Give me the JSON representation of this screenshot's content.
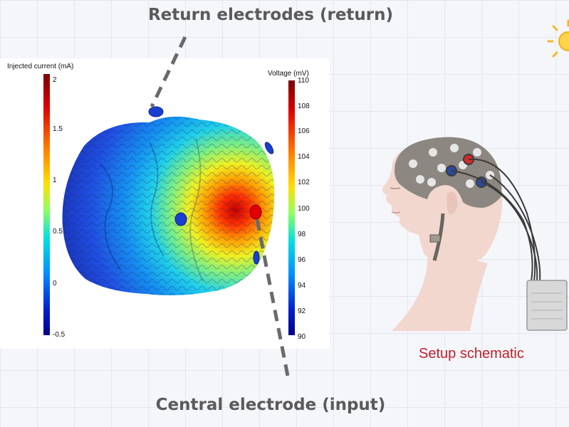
{
  "labels": {
    "return_electrodes": "Return electrodes (return)",
    "central_electrode": "Central electrode (input)",
    "setup_caption": "Setup schematic"
  },
  "colorbar_current": {
    "title": "Injected current (mA)",
    "ticks": [
      "2",
      "1.5",
      "1",
      "0.5",
      "0",
      "-0.5"
    ],
    "range": [
      -0.5,
      2
    ]
  },
  "colorbar_voltage": {
    "title": "Voltage (mV)",
    "ticks": [
      "110",
      "108",
      "106",
      "104",
      "102",
      "100",
      "98",
      "96",
      "94",
      "92",
      "90"
    ],
    "range": [
      90,
      110
    ]
  },
  "colors": {
    "title_text": "#5a5a5a",
    "caption_text": "#c0202a",
    "electrode_input": "#e00000",
    "electrode_return": "#1a3fd0",
    "cap_gray": "#8c8780",
    "skin": "#f2d7cf"
  }
}
